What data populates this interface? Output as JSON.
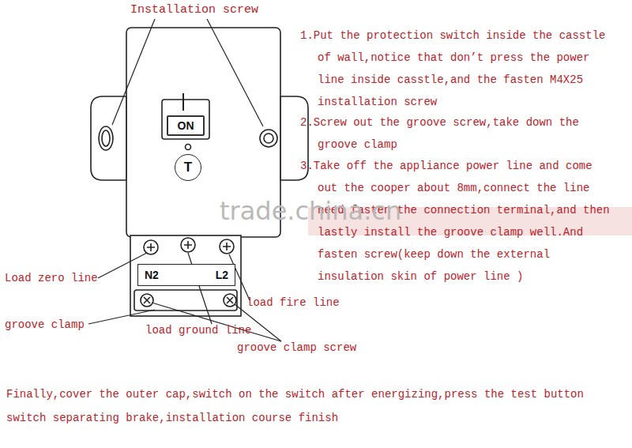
{
  "diagram": {
    "nodes": [
      {
        "text": [
          "ON"
        ]
      },
      {
        "text": [
          "T"
        ]
      },
      {
        "text": [
          "N2",
          "L2"
        ]
      }
    ],
    "labels": [
      "Installation screw",
      "1.Put the protection switch inside the casstle of wall,notice that don’t press the power line inside casstle,and the fasten M4X25 installation screw",
      "2.Screw out the groove screw,take down the groove clamp",
      "3.Take off the appliance power line and come out the cooper about 8mm,connect the line need fasten the connection terminal,and then lastly install the groove clamp well.And fasten screw(keep down the external insulation skin of power line )",
      "trade.china.cn",
      "Load zero line",
      "groove clamp",
      "load ground line",
      "load fire line",
      "groove clamp screw",
      "Finally,cover the outer cap,switch on the switch after energizing,press the test button switch separating brake,installation course finish"
    ]
  }
}
